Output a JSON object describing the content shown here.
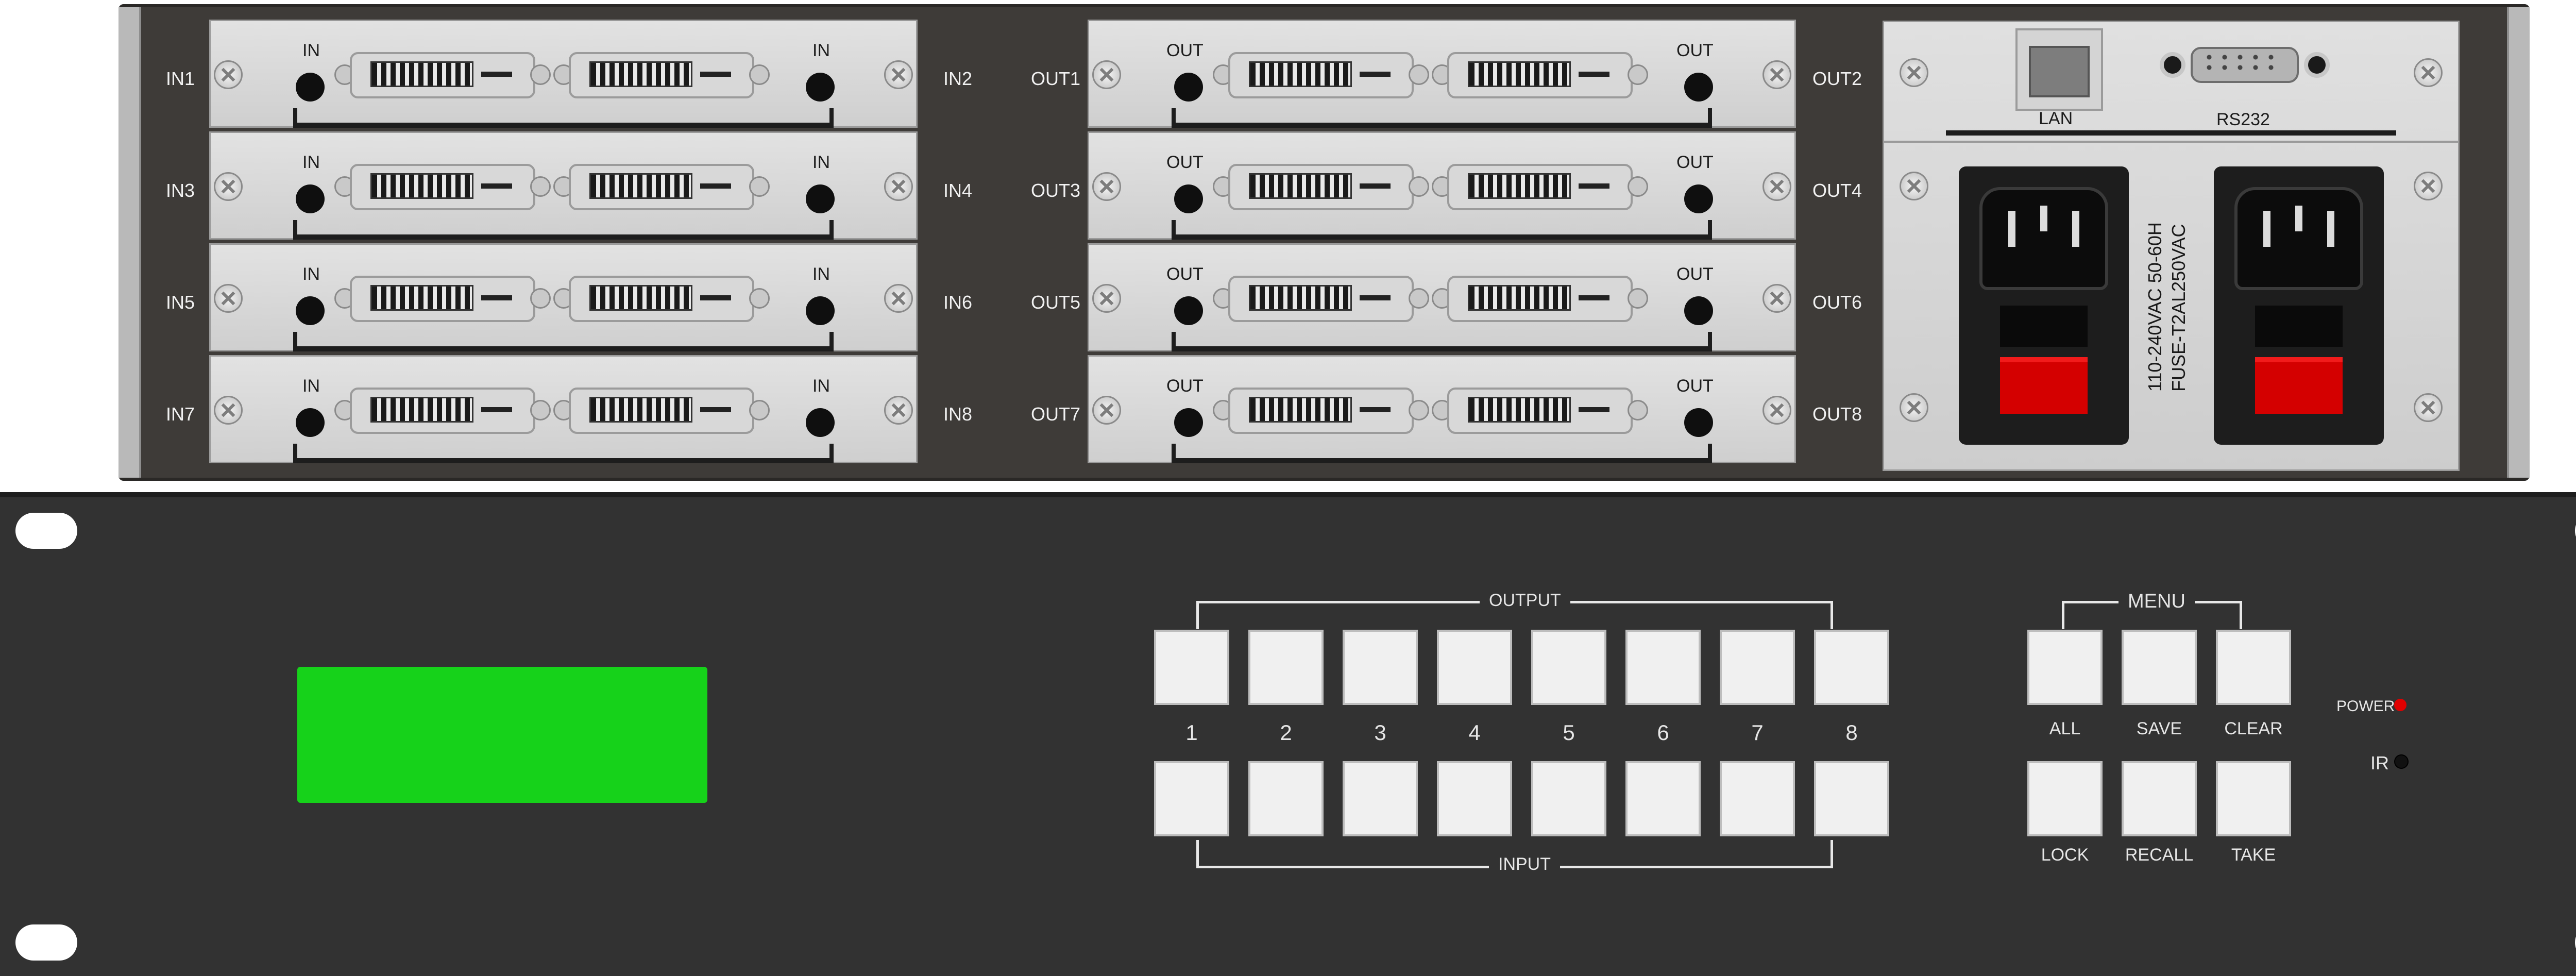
{
  "rear": {
    "in_labels": [
      "IN1",
      "IN2",
      "IN3",
      "IN4",
      "IN5",
      "IN6",
      "IN7",
      "IN8"
    ],
    "out_labels": [
      "OUT1",
      "OUT2",
      "OUT3",
      "OUT4",
      "OUT5",
      "OUT6",
      "OUT7",
      "OUT8"
    ],
    "in_card_text": "IN",
    "out_card_text": "OUT",
    "lan": "LAN",
    "rs232": "RS232",
    "power_line1": "110-240VAC  50-60H",
    "power_line2": "FUSE-T2AL250VAC"
  },
  "front": {
    "output_label": "OUTPUT",
    "input_label": "INPUT",
    "menu_label": "MENU",
    "numbers": [
      "1",
      "2",
      "3",
      "4",
      "5",
      "6",
      "7",
      "8"
    ],
    "menu_row1": [
      "ALL",
      "SAVE",
      "CLEAR"
    ],
    "menu_row2": [
      "LOCK",
      "RECALL",
      "TAKE"
    ],
    "power": "POWER",
    "ir": "IR",
    "colors": {
      "lcd": "#16d21a",
      "power_led": "#e00000",
      "ir_led": "#111111"
    }
  }
}
